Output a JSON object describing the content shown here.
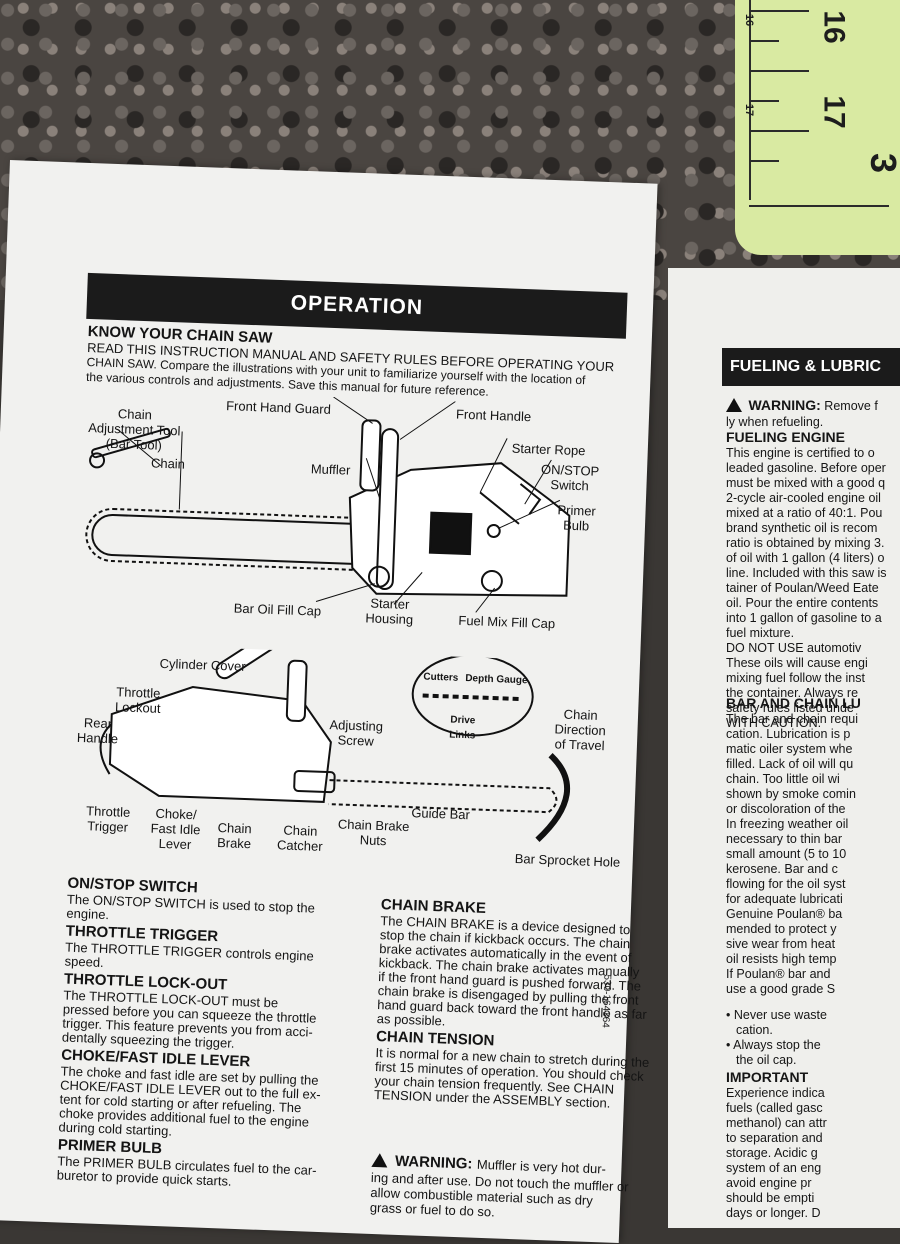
{
  "ruler": {
    "labels": [
      "16",
      "17",
      "3",
      "16",
      "17"
    ]
  },
  "left_page": {
    "banner": "OPERATION",
    "intro_heading": "KNOW YOUR CHAIN SAW",
    "intro_lines": [
      "READ THIS INSTRUCTION MANUAL AND SAFETY RULES BEFORE OPERATING YOUR",
      "CHAIN SAW.  Compare the illustrations with your unit to familiarize yourself with the location of",
      "the various controls and adjustments.  Save this manual for future reference."
    ],
    "diagram_labels": {
      "chain_tool": [
        "Chain",
        "Adjustment Tool",
        "(Bar Tool)"
      ],
      "front_hand_guard": "Front Hand Guard",
      "front_handle": "Front Handle",
      "starter_rope": "Starter Rope",
      "on_stop": [
        "ON/STOP",
        "Switch"
      ],
      "primer": [
        "Primer",
        "Bulb"
      ],
      "chain": "Chain",
      "muffler": "Muffler",
      "bar_oil": "Bar Oil Fill Cap",
      "starter_housing": [
        "Starter",
        "Housing"
      ],
      "fuel_mix": "Fuel Mix Fill Cap",
      "cylinder_cover": "Cylinder Cover",
      "throttle_lockout": [
        "Throttle",
        "Lockout"
      ],
      "rear_handle": [
        "Rear",
        "Handle"
      ],
      "cutters": "Cutters",
      "depth_gauge": "Depth Gauge",
      "drive_links": [
        "Drive",
        "Links"
      ],
      "chain_direction": [
        "Chain",
        "Direction",
        "of Travel"
      ],
      "adjusting_screw": [
        "Adjusting",
        "Screw"
      ],
      "guide_bar": "Guide Bar",
      "throttle_trigger": [
        "Throttle",
        "Trigger"
      ],
      "choke": [
        "Choke/",
        "Fast Idle",
        "Lever"
      ],
      "chain_brake": [
        "Chain",
        "Brake"
      ],
      "chain_catcher": [
        "Chain",
        "Catcher"
      ],
      "chain_brake_nuts": [
        "Chain Brake",
        "Nuts"
      ],
      "bar_sprocket": "Bar Sprocket Hole"
    },
    "sections_left": [
      {
        "heading": "ON/STOP SWITCH",
        "lines": [
          "The ON/STOP SWITCH is used to stop the",
          "engine."
        ]
      },
      {
        "heading": "THROTTLE TRIGGER",
        "lines": [
          "The THROTTLE TRIGGER controls engine",
          "speed."
        ]
      },
      {
        "heading": "THROTTLE LOCK-OUT",
        "lines": [
          "The  THROTTLE  LOCK-OUT  must  be",
          "pressed before you can squeeze the throttle",
          "trigger. This feature prevents you from acci-",
          "dentally squeezing the trigger."
        ]
      },
      {
        "heading": "CHOKE/FAST IDLE LEVER",
        "lines": [
          "The choke and fast idle are set by pulling the",
          "CHOKE/FAST IDLE LEVER out to the full ex-",
          "tent for cold starting or after refueling. The",
          "choke provides additional fuel to the engine",
          "during cold starting."
        ]
      },
      {
        "heading": "PRIMER BULB",
        "lines": [
          "The PRIMER BULB circulates fuel to the car-",
          "buretor to provide quick starts."
        ]
      }
    ],
    "sections_right": [
      {
        "heading": "CHAIN BRAKE",
        "lines": [
          "The CHAIN BRAKE is a device designed to",
          "stop the chain if kickback occurs.  The chain",
          "brake activates automatically in the event of",
          "kickback.  The chain brake activates manually",
          "if the front hand guard is pushed forward. The",
          "chain brake is disengaged by pulling the front",
          "hand guard back toward the front handle as far",
          "as possible."
        ]
      },
      {
        "heading": "CHAIN TENSION",
        "lines": [
          "It is normal for a new chain to stretch during the",
          "first 15 minutes of operation. You should check",
          "your  chain  tension  frequently.  See  CHAIN",
          "TENSION under the ASSEMBLY section."
        ]
      }
    ],
    "warning": {
      "label": "WARNING:",
      "lines": [
        "Muffler is very hot dur-",
        "ing and after use.  Do not touch the muffler or",
        "allow  combustible  material  such  as  dry",
        "grass or fuel to do so."
      ]
    },
    "doc_number": "530-164364"
  },
  "right_page": {
    "banner": "FUELING & LUBRIC",
    "warning_label": "WARNING:",
    "warning_lines": [
      "Remove f",
      "ly when refueling."
    ],
    "fueling_heading": "FUELING ENGINE",
    "fueling_lines": [
      "This engine is certified to o",
      "leaded gasoline. Before oper",
      "must be mixed with a good q",
      "2-cycle air-cooled engine oil",
      "mixed at a ratio of 40:1.  Pou",
      "brand synthetic oil is recom",
      "ratio is obtained by mixing 3.",
      "of oil with 1 gallon (4 liters) o",
      "line. Included with this saw is",
      "tainer of Poulan/Weed Eate",
      "oil.  Pour the entire contents",
      "into 1 gallon of gasoline to a",
      "fuel mixture.",
      "DO NOT USE automotiv",
      "These oils will cause engi",
      "mixing fuel follow the inst",
      "the container. Always re",
      "safety rules listed unde",
      "WITH CAUTION."
    ],
    "bar_heading": "BAR AND CHAIN LU",
    "bar_lines": [
      "The bar and chain requi",
      "cation.  Lubrication is p",
      "matic oiler system whe",
      "filled. Lack of oil will qu",
      "chain.  Too little oil wi",
      "shown by smoke comin",
      "or discoloration of the",
      "In freezing weather oil",
      "necessary to thin bar",
      "small amount (5 to 10",
      "kerosene.  Bar and c",
      "flowing for the oil syst",
      "for adequate lubricati",
      "Genuine Poulan® ba",
      "mended to protect y",
      "sive wear from heat",
      "oil resists high temp",
      "If Poulan®  bar and",
      "use a good grade S"
    ],
    "bullets": [
      "Never use waste",
      "cation.",
      "Always stop the",
      "the oil cap."
    ],
    "important_heading": "IMPORTANT",
    "important_lines": [
      "Experience indica",
      "fuels (called gasc",
      "methanol) can attr",
      "to separation and",
      "storage.  Acidic g",
      "system of an eng",
      "avoid engine pr",
      "should be empti",
      "days or longer. D"
    ]
  }
}
